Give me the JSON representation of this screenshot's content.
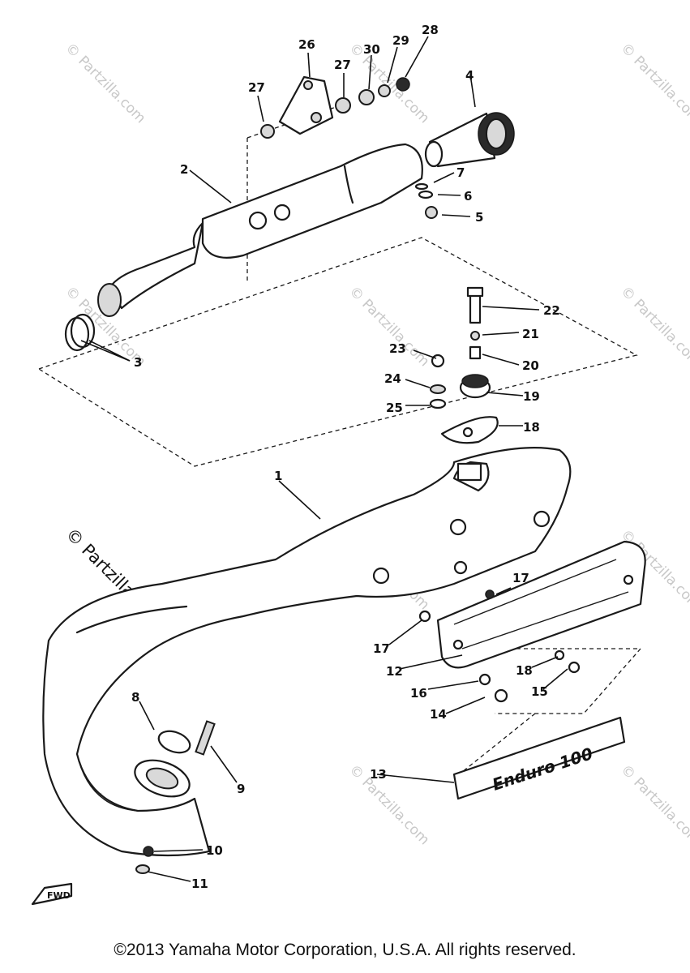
{
  "diagram": {
    "callouts": [
      {
        "id": "c1",
        "label": "1"
      },
      {
        "id": "c2",
        "label": "2"
      },
      {
        "id": "c3",
        "label": "3"
      },
      {
        "id": "c4",
        "label": "4"
      },
      {
        "id": "c5",
        "label": "5"
      },
      {
        "id": "c6",
        "label": "6"
      },
      {
        "id": "c7",
        "label": "7"
      },
      {
        "id": "c8",
        "label": "8"
      },
      {
        "id": "c9",
        "label": "9"
      },
      {
        "id": "c10",
        "label": "10"
      },
      {
        "id": "c11",
        "label": "11"
      },
      {
        "id": "c12",
        "label": "12"
      },
      {
        "id": "c13",
        "label": "13"
      },
      {
        "id": "c14",
        "label": "14"
      },
      {
        "id": "c15",
        "label": "15"
      },
      {
        "id": "c16",
        "label": "16"
      },
      {
        "id": "c17a",
        "label": "17"
      },
      {
        "id": "c17b",
        "label": "17"
      },
      {
        "id": "c18",
        "label": "18"
      },
      {
        "id": "c18b",
        "label": "18"
      },
      {
        "id": "c19",
        "label": "19"
      },
      {
        "id": "c20",
        "label": "20"
      },
      {
        "id": "c21",
        "label": "21"
      },
      {
        "id": "c22",
        "label": "22"
      },
      {
        "id": "c23",
        "label": "23"
      },
      {
        "id": "c24",
        "label": "24"
      },
      {
        "id": "c25",
        "label": "25"
      },
      {
        "id": "c26",
        "label": "26"
      },
      {
        "id": "c27a",
        "label": "27"
      },
      {
        "id": "c27b",
        "label": "27"
      },
      {
        "id": "c28",
        "label": "28"
      },
      {
        "id": "c29",
        "label": "29"
      },
      {
        "id": "c30",
        "label": "30"
      }
    ],
    "plate_text": "Enduro 100",
    "fwd_mark": "FWD"
  },
  "watermark": {
    "main": "© Partzilla.com",
    "faint": "© Partzilla.com"
  },
  "footer": {
    "copyright": "©2013  Yamaha Motor Corporation, U.S.A. All rights reserved."
  }
}
